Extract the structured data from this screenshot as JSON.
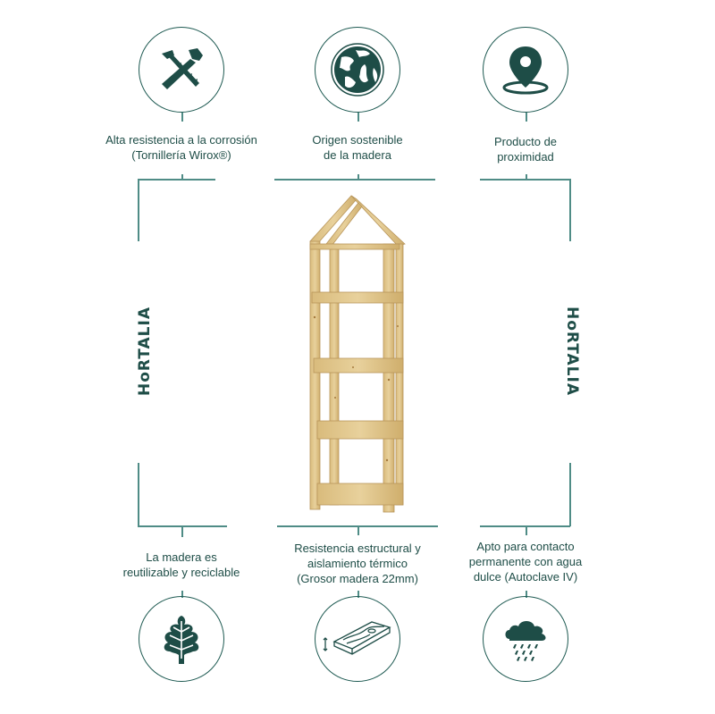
{
  "features_top": [
    {
      "icon": "screws-icon",
      "line1": "Alta resistencia a la corrosión",
      "line2": "(Tornillería Wirox®)"
    },
    {
      "icon": "globe-icon",
      "line1": "Origen sostenible",
      "line2": "de la madera"
    },
    {
      "icon": "location-pin-icon",
      "line1": "Producto de",
      "line2": "proximidad"
    }
  ],
  "features_bottom": [
    {
      "icon": "oak-leaf-icon",
      "line1": "La madera es",
      "line2": "reutilizable y reciclable",
      "line3": ""
    },
    {
      "icon": "wood-plank-icon",
      "line1": "Resistencia estructural y",
      "line2": "aislamiento térmico",
      "line3": "(Grosor madera 22mm)"
    },
    {
      "icon": "rain-cloud-icon",
      "line1": "Apto para contacto",
      "line2": "permanente con agua",
      "line3": "dulce (Autoclave IV)"
    }
  ],
  "brand": {
    "left": "HoRTALIA",
    "right": "HoRTALIA"
  },
  "product": {
    "name": "wooden-house-shelf"
  },
  "colors": {
    "primary": "#1e4d47",
    "line": "#4f8c86",
    "wood": "#e3c98f"
  }
}
